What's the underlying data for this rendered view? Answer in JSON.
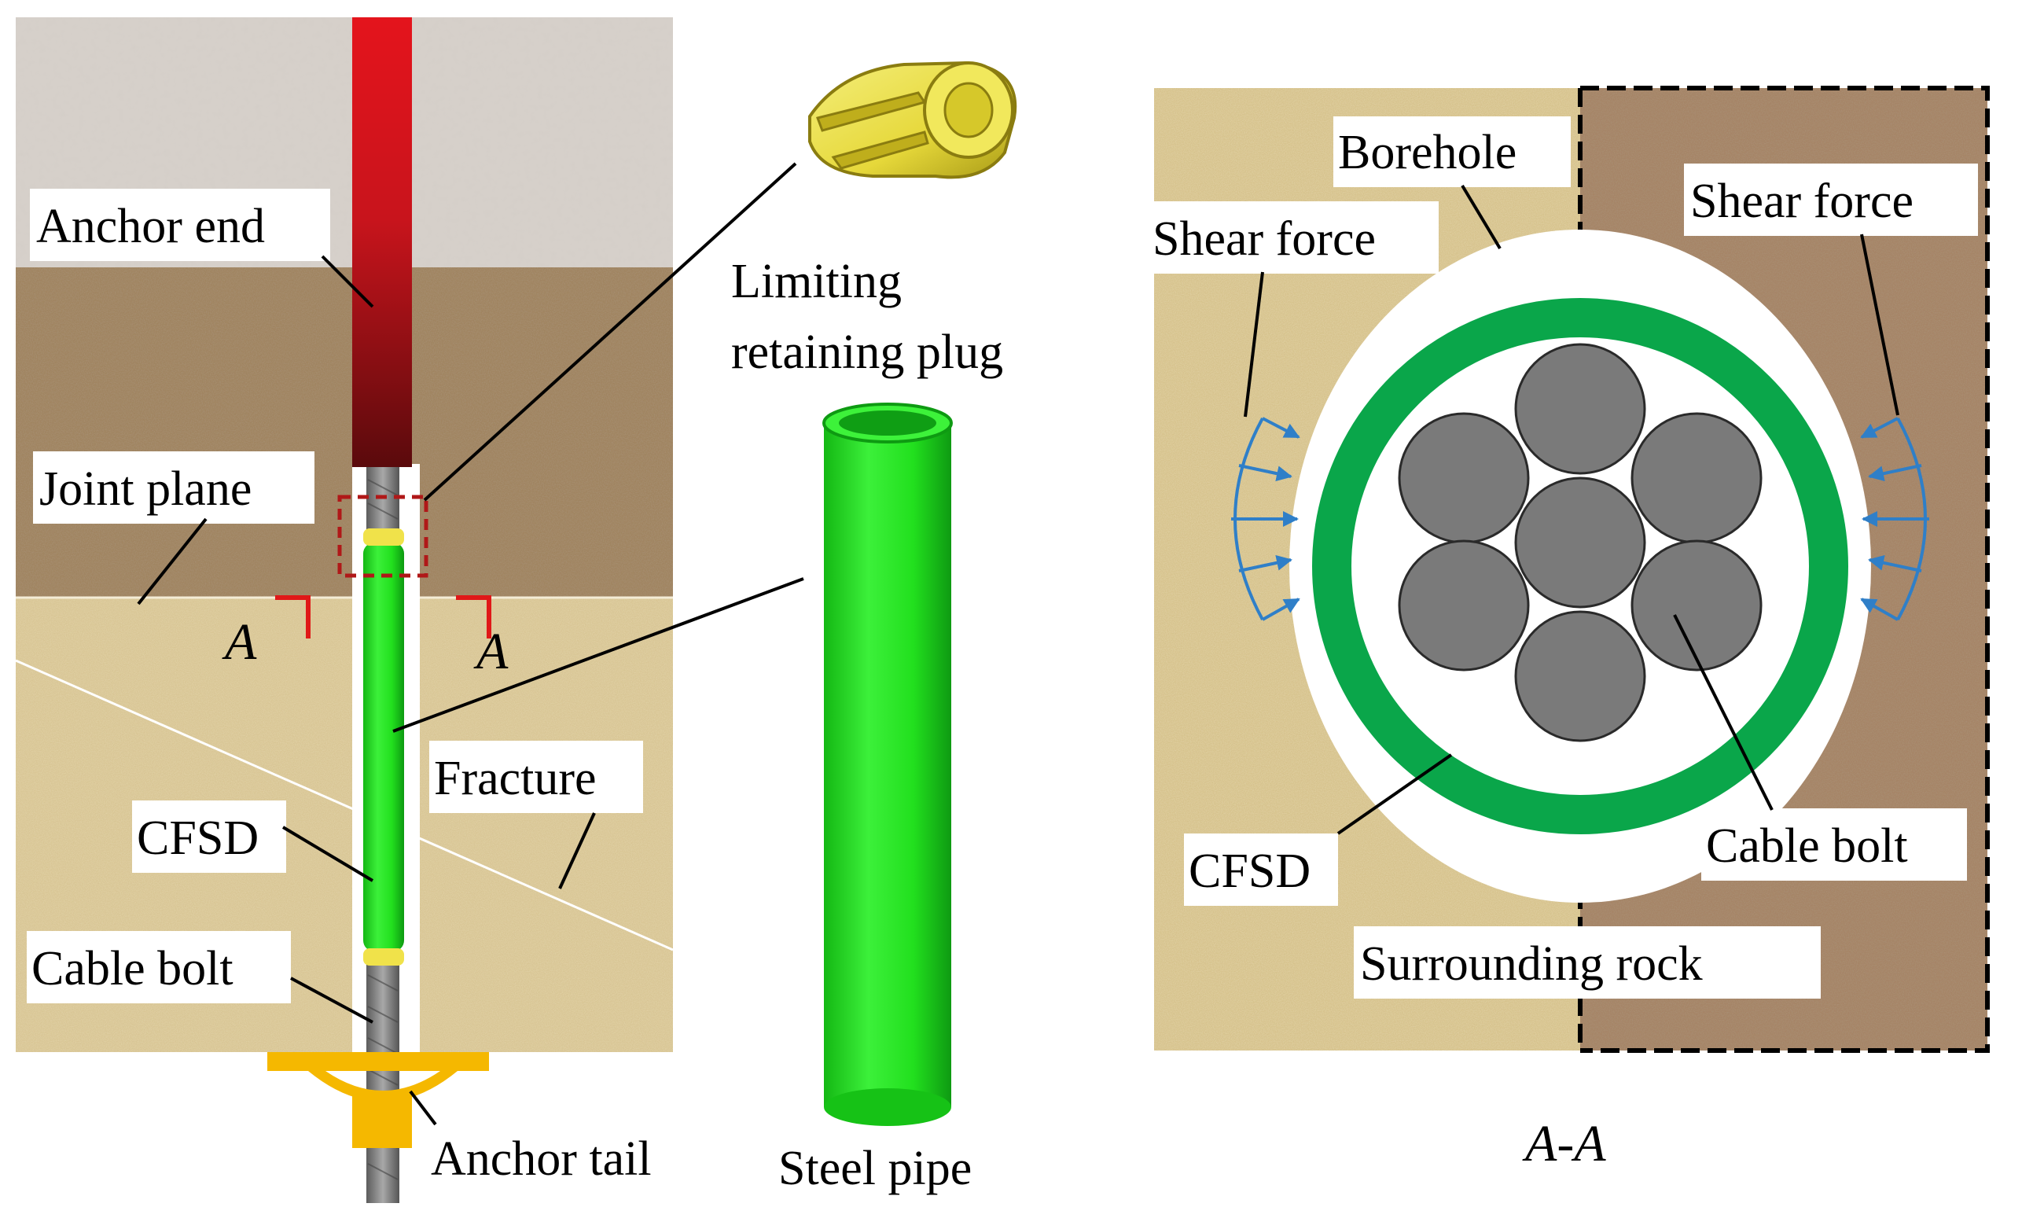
{
  "left_view": {
    "anchor_end": "Anchor end",
    "joint_plane": "Joint plane",
    "fracture": "Fracture",
    "cfsd": "CFSD",
    "cable_bolt": "Cable bolt",
    "anchor_tail": "Anchor tail",
    "section_mark_left": "A",
    "section_mark_right": "A"
  },
  "components": {
    "plug_line1": "Limiting",
    "plug_line2": "retaining plug",
    "steel_pipe": "Steel pipe"
  },
  "cross_section": {
    "borehole": "Borehole",
    "shear_force_left": "Shear force",
    "shear_force_right": "Shear force",
    "cfsd": "CFSD",
    "cable_bolt": "Cable bolt",
    "surrounding_rock": "Surrounding rock",
    "section_title": "A-A"
  },
  "colors": {
    "anchor_end": "#c8141c",
    "pipe_green": "#22e01e",
    "ring_green": "#0aa64a",
    "plug_yellow": "#e6d83a",
    "tail_orange": "#f5b800",
    "strand_gray": "#7a7a7a",
    "shear_arrow": "#2f7fc8",
    "section_red": "#e01818"
  }
}
